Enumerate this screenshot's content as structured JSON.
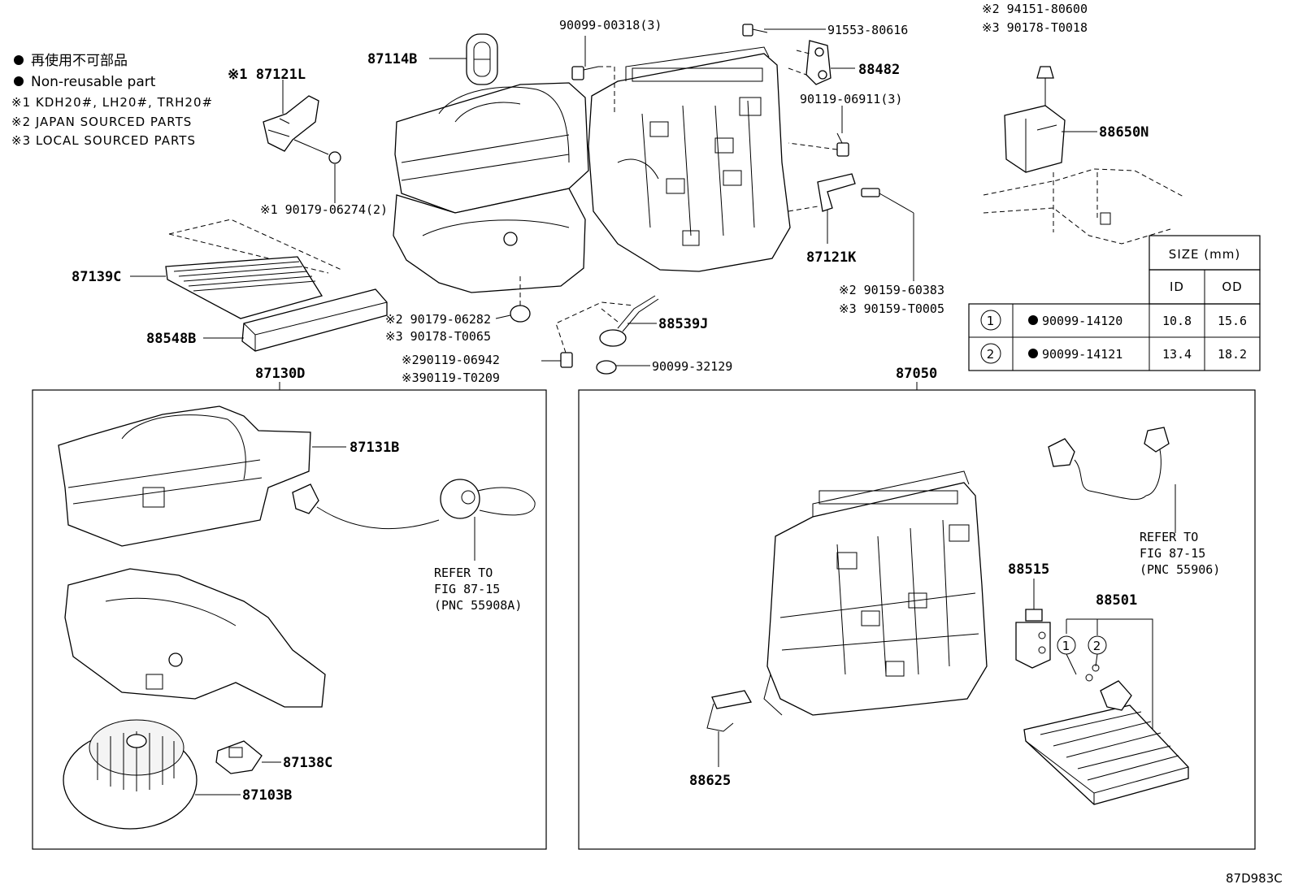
{
  "legend": {
    "jp": "再使用不可部品",
    "en": "Non-reusable part",
    "note1": "※1 KDH20#, LH20#, TRH20#",
    "note2": "※2 JAPAN SOURCED PARTS",
    "note3": "※3 LOCAL SOURCED PARTS"
  },
  "labels": {
    "p87121L": "※1 87121L",
    "p90179_06274": "※1 90179-06274(2)",
    "p87114B": "87114B",
    "p90099_00318": "90099-00318(3)",
    "p91553": "91553-80616",
    "p88482": "88482",
    "p90119_06911": "90119-06911(3)",
    "p94151": "※2 94151-80600",
    "p90178_T0018": "※3 90178-T0018",
    "p88650N": "88650N",
    "p87121K": "87121K",
    "p90159_60383": "※2 90159-60383",
    "p90159_T0005": "※3 90159-T0005",
    "p87139C": "87139C",
    "p88548B": "88548B",
    "p90179_06282": "※2 90179-06282",
    "p90178_T0065": "※3 90178-T0065",
    "p90119_06942": "※290119-06942",
    "p90119_T0209": "※390119-T0209",
    "p90099_32129": "90099-32129",
    "p88539J": "88539J",
    "p87130D": "87130D",
    "p87050": "87050",
    "p87131B": "87131B",
    "p87138C": "87138C",
    "p87103B": "87103B",
    "p88515": "88515",
    "p88501": "88501",
    "p88625": "88625",
    "ref1_line1": "REFER TO",
    "ref1_line2": "FIG 87-15",
    "ref1_line3": "(PNC 55908A)",
    "ref2_line1": "REFER TO",
    "ref2_line2": "FIG 87-15",
    "ref2_line3": "(PNC 55906)",
    "callout1": "1",
    "callout2": "2",
    "figure_code": "87D983C"
  },
  "size_table": {
    "header": "SIZE (mm)",
    "col_id": "ID",
    "col_od": "OD",
    "rows": [
      {
        "idx": "1",
        "part": "90099-14120",
        "id": "10.8",
        "od": "15.6"
      },
      {
        "idx": "2",
        "part": "90099-14121",
        "id": "13.4",
        "od": "18.2"
      }
    ]
  }
}
